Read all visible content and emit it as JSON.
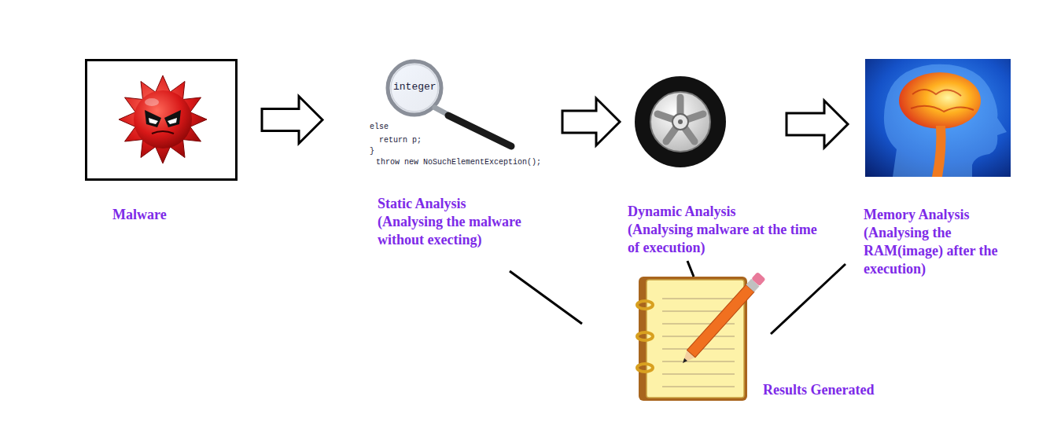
{
  "diagram": {
    "nodes": [
      {
        "text": [
          "Malware"
        ]
      },
      {
        "text": [
          "Static Analysis",
          "(Analysing the malware without execting)"
        ]
      },
      {
        "text": [
          "Dynamic Analysis",
          "(Analysing malware at the time of execution)"
        ]
      },
      {
        "text": [
          "Memory Analysis",
          "(Analysing the RAM(image) after the execution)"
        ]
      },
      {
        "text": [
          "Results Generated"
        ]
      }
    ],
    "edges": [
      {
        "from": 0,
        "to": 1,
        "arrow": "to"
      },
      {
        "from": 1,
        "to": 2,
        "arrow": "to"
      },
      {
        "from": 2,
        "to": 3,
        "arrow": "to"
      },
      {
        "from": 1,
        "to": 4,
        "arrow": "none"
      },
      {
        "from": 2,
        "to": 4,
        "arrow": "none"
      },
      {
        "from": 3,
        "to": 4,
        "arrow": "none"
      }
    ],
    "labels": [
      "integer",
      "else",
      "return p;",
      "}",
      "throw new NoSuchElementException();"
    ]
  }
}
